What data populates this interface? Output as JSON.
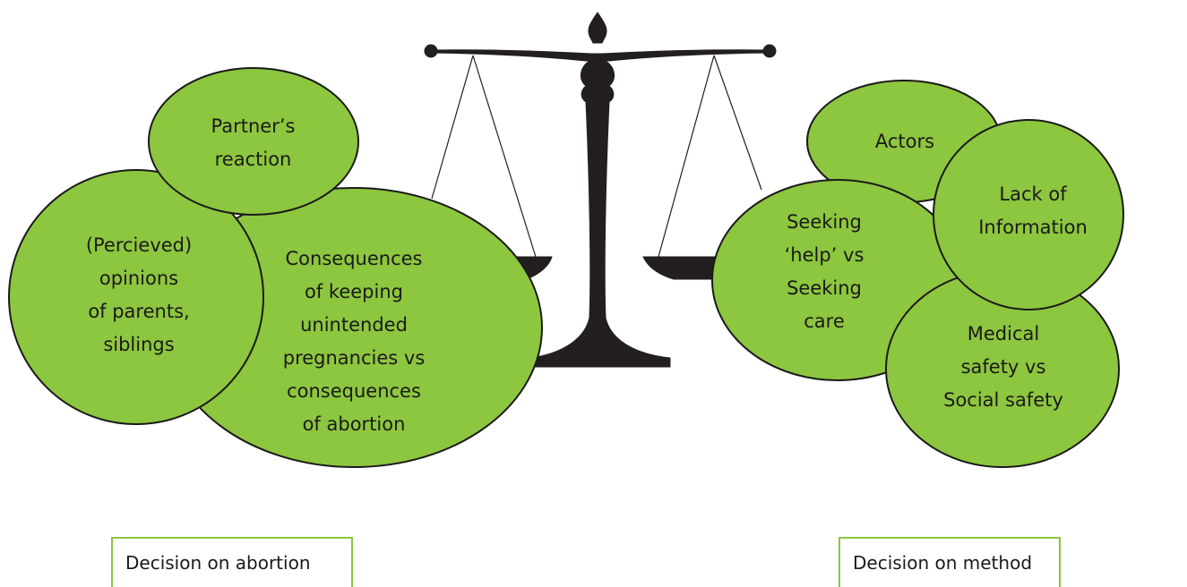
{
  "colors": {
    "ellipse_fill": "#8dc63f",
    "ellipse_stroke": "#1a1a1a",
    "scale_fill": "#231f20",
    "caption_border": "#8dc63f"
  },
  "left_group": {
    "partner": "Partner’s\nreaction",
    "opinions": "(Percieved)\nopinions\nof parents,\nsiblings",
    "consequences": "Consequences\nof keeping\nunintended\npregnancies vs\nconsequences\nof abortion"
  },
  "right_group": {
    "actors": "Actors",
    "lack_info": "Lack of\nInformation",
    "seeking": "Seeking\n‘help’ vs\nSeeking\ncare",
    "medical": "Medical\nsafety vs\nSocial safety"
  },
  "captions": {
    "left": "Decision on abortion",
    "right": "Decision on method"
  }
}
